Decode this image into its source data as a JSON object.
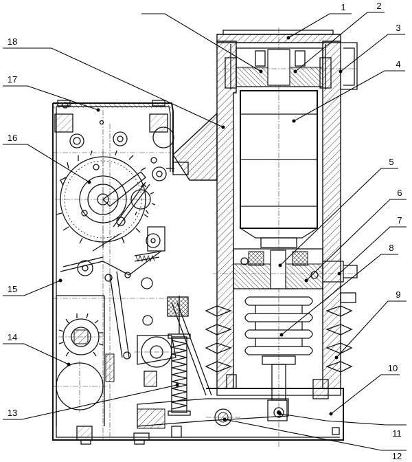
{
  "callouts": [
    {
      "number": "1"
    },
    {
      "number": "2"
    },
    {
      "number": "3"
    },
    {
      "number": "4"
    },
    {
      "number": "5"
    },
    {
      "number": "6"
    },
    {
      "number": "7"
    },
    {
      "number": "8"
    },
    {
      "number": "9"
    },
    {
      "number": "10"
    },
    {
      "number": "11"
    },
    {
      "number": "12"
    },
    {
      "number": "13"
    },
    {
      "number": "14"
    },
    {
      "number": "15"
    },
    {
      "number": "16"
    },
    {
      "number": "17"
    },
    {
      "number": "18"
    }
  ]
}
